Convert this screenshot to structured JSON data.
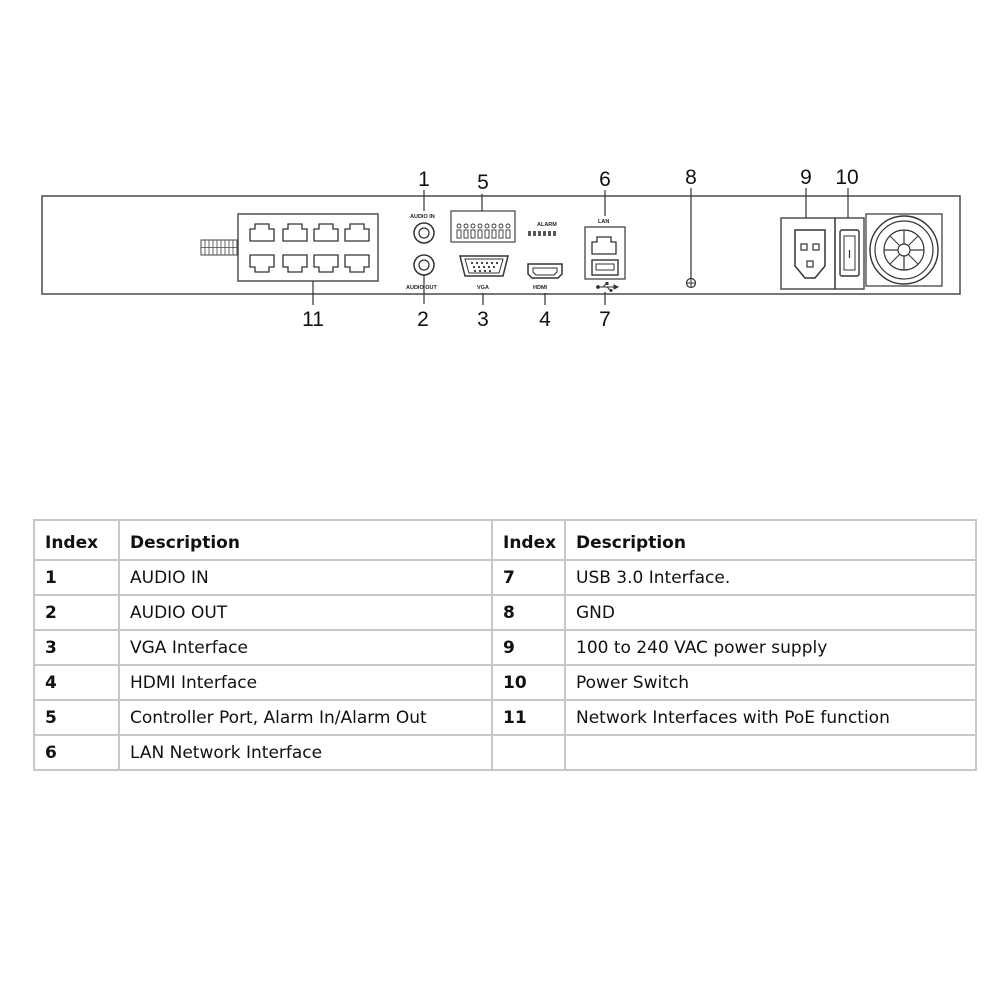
{
  "panel": {
    "port_labels": {
      "audio_in": "AUDIO IN",
      "audio_out": "AUDIO OUT",
      "vga": "VGA",
      "alarm": "ALARM",
      "lan": "LAN",
      "hdmi": "HDMI"
    },
    "callouts": [
      {
        "id": "c1",
        "label": "1"
      },
      {
        "id": "c2",
        "label": "2"
      },
      {
        "id": "c3",
        "label": "3"
      },
      {
        "id": "c4",
        "label": "4"
      },
      {
        "id": "c5",
        "label": "5"
      },
      {
        "id": "c6",
        "label": "6"
      },
      {
        "id": "c7",
        "label": "7"
      },
      {
        "id": "c8",
        "label": "8"
      },
      {
        "id": "c9",
        "label": "9"
      },
      {
        "id": "c10",
        "label": "10"
      },
      {
        "id": "c11",
        "label": "11"
      }
    ]
  },
  "table": {
    "headers": [
      "Index",
      "Description",
      "Index",
      "Description"
    ],
    "rows": [
      {
        "i1": "1",
        "d1": "AUDIO IN",
        "i2": "7",
        "d2": "USB 3.0 Interface."
      },
      {
        "i1": "2",
        "d1": "AUDIO OUT",
        "i2": "8",
        "d2": "GND"
      },
      {
        "i1": "3",
        "d1": "VGA Interface",
        "i2": "9",
        "d2": "100 to 240 VAC power supply"
      },
      {
        "i1": "4",
        "d1": "HDMI Interface",
        "i2": "10",
        "d2": "Power Switch"
      },
      {
        "i1": "5",
        "d1": "Controller Port, Alarm In/Alarm Out",
        "i2": "11",
        "d2": "Network Interfaces with PoE function"
      },
      {
        "i1": "6",
        "d1": "LAN Network Interface",
        "i2": "",
        "d2": ""
      }
    ]
  }
}
